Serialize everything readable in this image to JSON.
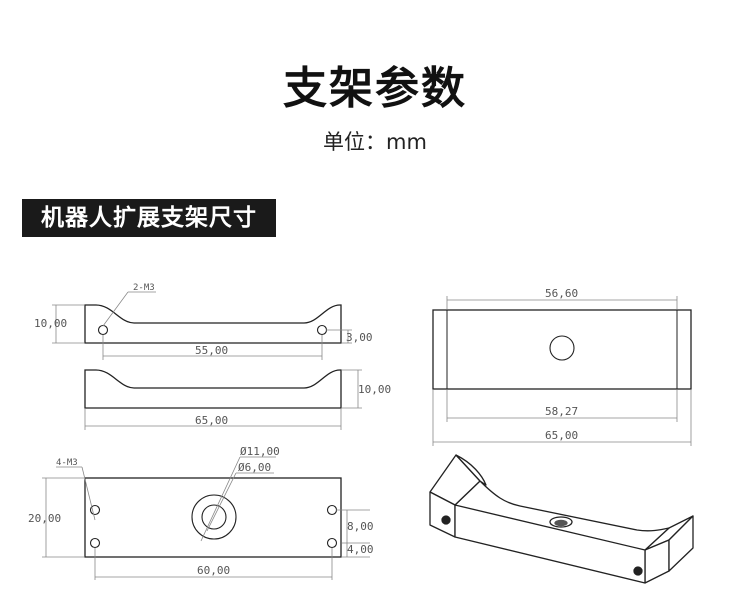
{
  "header": {
    "title": "支架参数",
    "unit": "单位：mm"
  },
  "section": {
    "label": "机器人扩展支架尺寸"
  },
  "drawing": {
    "front_view": {
      "hole_callout": "2-M3",
      "height": "10,00",
      "hole_spacing": "55,00",
      "hole_height": "3,00"
    },
    "side_view": {
      "height": "10,00",
      "length": "65,00"
    },
    "top_view": {
      "hole_callout": "4-M3",
      "width": "20,00",
      "outer_diameter": "Ø11,00",
      "inner_diameter": "Ø6,00",
      "hole_offset_upper": "8,00",
      "hole_offset_lower": "4,00",
      "hole_spacing": "60,00"
    },
    "end_view": {
      "top_length": "56,60",
      "bottom_length": "58,27",
      "overall_length": "65,00"
    }
  }
}
